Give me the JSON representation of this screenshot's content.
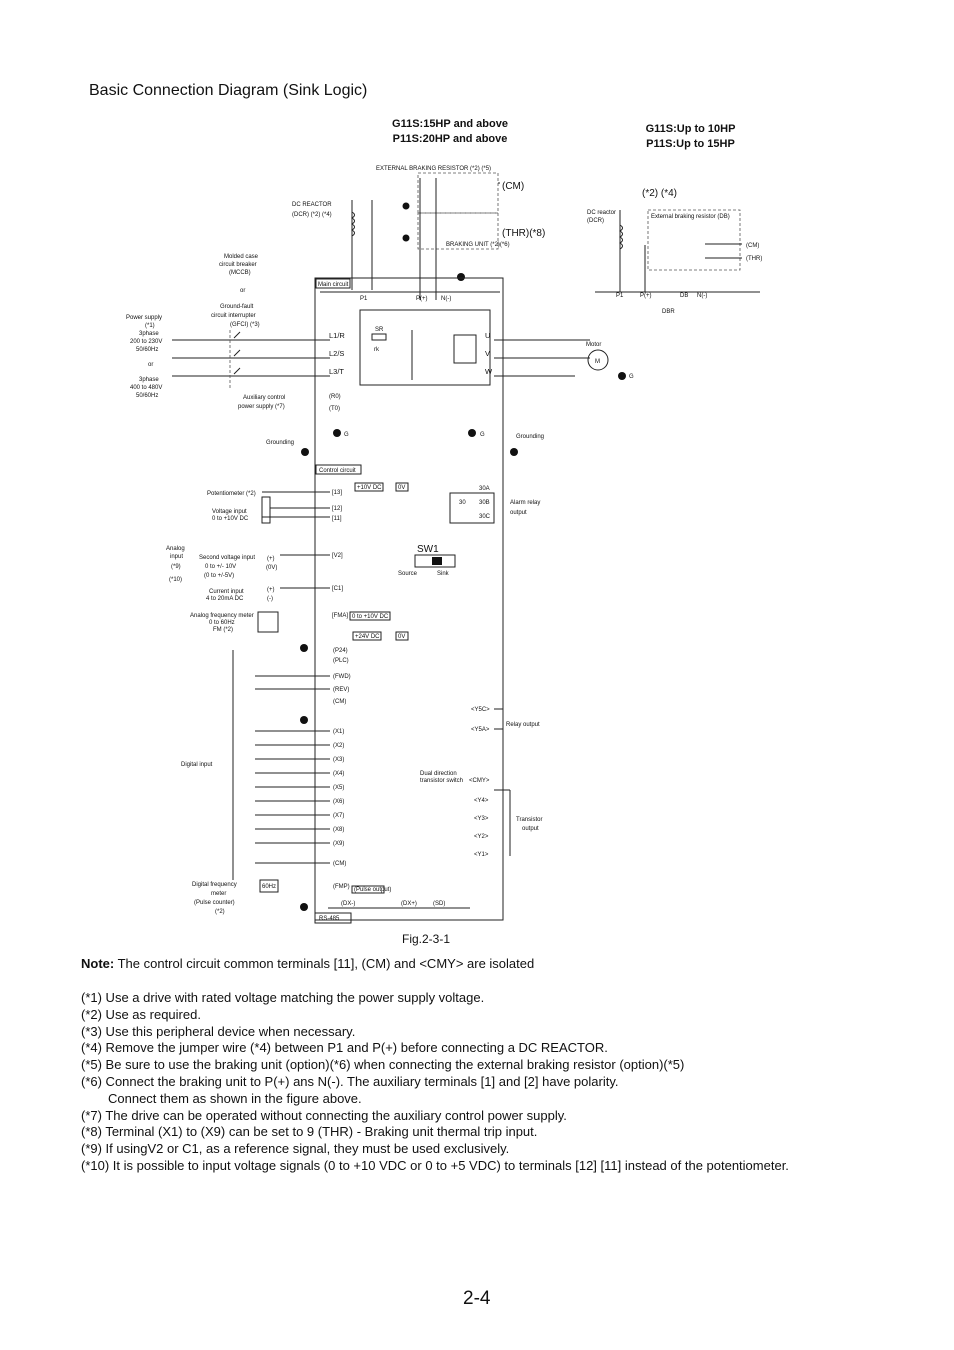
{
  "page": {
    "title": "Basic Connection Diagram (Sink Logic)",
    "figure_caption": "Fig.2-3-1",
    "page_number": "2-4"
  },
  "diagram": {
    "header_left": [
      "G11S:15HP and above",
      "P11S:20HP and above"
    ],
    "header_right": [
      "G11S:Up to 10HP",
      "P11S:Up to 15HP"
    ],
    "external_braking_resistor": "EXTERNAL BRAKING RESISTOR (*2) (*5)",
    "cm_label": "(CM)",
    "thr_label": "(THR)(*8)",
    "braking_unit": "BRAKING UNIT (*2)(*6)",
    "dc_reactor": [
      "DC REACTOR",
      "(DCR) (*2) (*4)"
    ],
    "right_notes": "(*2) (*4)",
    "right_dc_reactor": [
      "DC reactor",
      "(DCR)"
    ],
    "right_ext_resistor": "External braking resistor (DB)",
    "right_cm": "(CM)",
    "right_thr": "(THR)",
    "right_terminals": [
      "P1",
      "P(+)",
      "DB",
      "N(-)"
    ],
    "right_dbr": "DBR",
    "mccb": [
      "Molded case",
      "circuit breaker",
      "(MCCB)"
    ],
    "or1": "or",
    "gfci": [
      "Ground-fault",
      "circuit interrupter",
      "(GFCI)  (*3)"
    ],
    "power_supply": [
      "Power supply",
      "(*1)",
      "3phase",
      "200 to 230V",
      "50/60Hz",
      "or",
      "3phase",
      "400 to 480V",
      "50/60Hz"
    ],
    "main_circuit": "Main circuit",
    "terminals_top": [
      "P1",
      "P(+)",
      "N(-)"
    ],
    "input_terminals": [
      "L1/R",
      "L2/S",
      "L3/T"
    ],
    "output_terminals": [
      "U",
      "V",
      "W"
    ],
    "motor": "Motor",
    "motor_m": "M",
    "aux_power": [
      "Auxiliary control",
      "power supply (*7)"
    ],
    "r0t0": [
      "(R0)",
      "(T0)"
    ],
    "grounding": "Grounding",
    "g": "G",
    "control_circuit": "Control circuit",
    "potentiometer": "Potentiometer (*2)",
    "voltage_input": [
      "Voltage input",
      "0 to +10V DC"
    ],
    "analog_input": [
      "Analog",
      "input",
      "(*9)",
      "(*10)"
    ],
    "second_voltage": [
      "Second voltage input",
      "0 to +/- 10V",
      "(0 to +/-5V)"
    ],
    "current_input": [
      "Current input",
      "4 to 20mA DC"
    ],
    "analog_freq": [
      "Analog frequency meter",
      "0 to 60Hz",
      "FM (*2)"
    ],
    "ctrl_terminals": [
      "[13]",
      "[12]",
      "[11]",
      "[V2]",
      "[C1]",
      "[FMA]"
    ],
    "v10": "+10V DC",
    "zv": "0V",
    "fma_range": "0 to +10V DC",
    "v24": "+24V DC",
    "alarm_terms": [
      "30A",
      "30B",
      "30C"
    ],
    "alarm_30": "30",
    "alarm_relay": [
      "Alarm relay",
      "output"
    ],
    "sw1": "SW1",
    "sw_source": "Source",
    "sw_sink": "Sink",
    "pm_labels": [
      "(+)",
      "(0V)",
      "(+)",
      "(-)"
    ],
    "digital_input": "Digital input",
    "digital_terminals": [
      "(P24)",
      "(PLC)",
      "(FWD)",
      "(REV)",
      "(CM)",
      "(X1)",
      "(X2)",
      "(X3)",
      "(X4)",
      "(X5)",
      "(X6)",
      "(X7)",
      "(X8)",
      "(X9)",
      "(CM)",
      "(FMP)"
    ],
    "relay_output": "Relay output",
    "relay_terms": [
      "<Y5C>",
      "<Y5A>"
    ],
    "dual_switch": [
      "Dual direction",
      "transistor switch"
    ],
    "cmy": "<CMY>",
    "transistor_terms": [
      "<Y4>",
      "<Y3>",
      "<Y2>",
      "<Y1>"
    ],
    "transistor_output": [
      "Transistor",
      "output"
    ],
    "digital_freq": [
      "Digital frequency",
      "meter",
      "(Pulse counter)",
      "(*2)"
    ],
    "sixty_hz": "60Hz",
    "pulse_output": "(Pulse output)",
    "rs485_terms": [
      "(DX-)",
      "(DX+)",
      "(SD)"
    ],
    "rs485": "RS-485",
    "sr": "SR",
    "rk": "rk"
  },
  "note": {
    "label": "Note:",
    "text": " The control circuit common terminals [11], (CM) and <CMY> are isolated"
  },
  "footnotes": [
    "(*1) Use a drive with rated voltage matching the power supply voltage.",
    "(*2) Use as required.",
    "(*3) Use this peripheral device when necessary.",
    "(*4) Remove the jumper wire (*4) between P1 and P(+) before connecting a DC REACTOR.",
    "(*5) Be sure to use the braking unit (option)(*6) when connecting the external braking resistor (option)(*5)",
    "(*6) Connect the braking unit to P(+) ans N(-). The auxiliary terminals [1] and [2] have polarity.",
    "Connect them as shown in the figure above.",
    "(*7) The drive can be operated without connecting the auxiliary control power supply.",
    "(*8) Terminal (X1) to (X9) can be set to 9 (THR) - Braking unit thermal trip input.",
    "(*9) If usingV2 or C1, as a reference signal, they must be used exclusively.",
    "(*10) It is possible to input voltage signals (0 to +10 VDC or 0 to +5 VDC) to terminals [12] [11] instead of the potentiometer."
  ]
}
